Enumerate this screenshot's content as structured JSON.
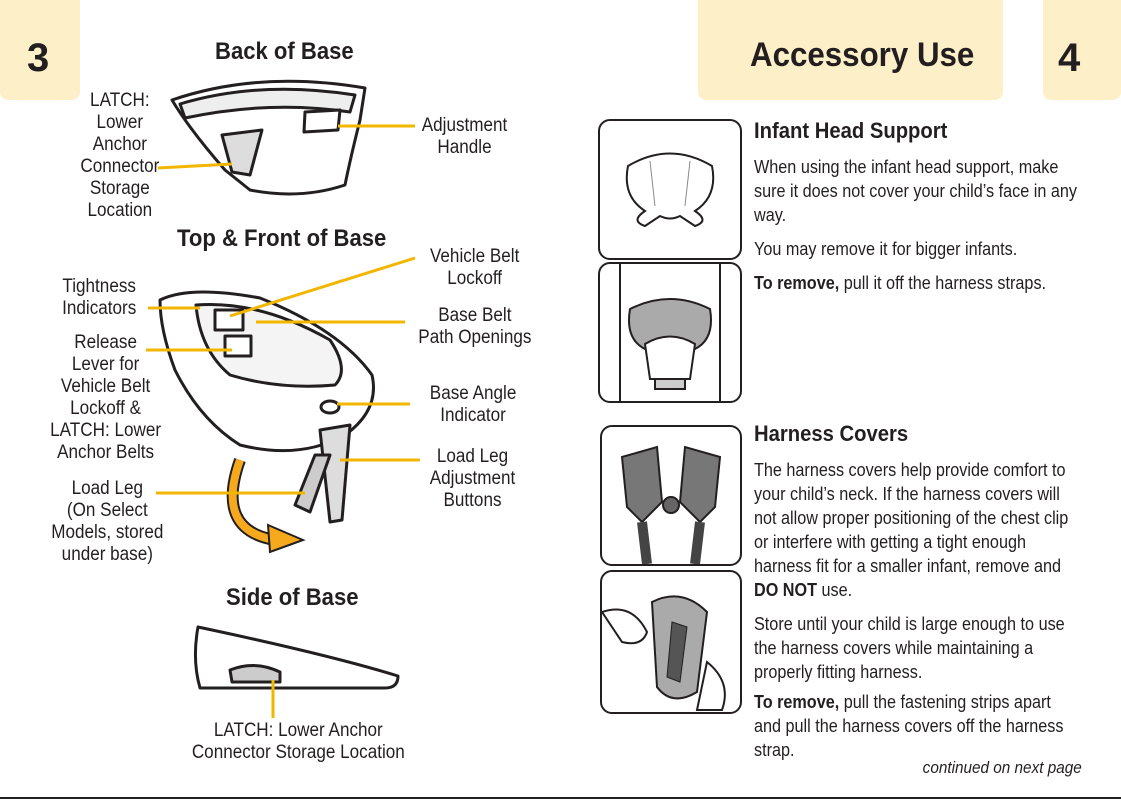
{
  "left_page": {
    "page_number": "3",
    "back_heading": "Back of Base",
    "top_front_heading": "Top & Front of Base",
    "side_heading": "Side of Base",
    "labels": {
      "latch_lower_anchor": "LATCH:\nLower\nAnchor\nConnector\nStorage\nLocation",
      "adjustment_handle": "Adjustment\nHandle",
      "tightness_indicators": "Tightness\nIndicators",
      "release_lever": "Release\nLever for\nVehicle Belt\nLockoff &\nLATCH: Lower\nAnchor Belts",
      "load_leg": "Load Leg\n(On Select\nModels, stored\nunder base)",
      "vehicle_belt_lockoff": "Vehicle Belt\nLockoff",
      "base_belt_path": "Base Belt\nPath Openings",
      "base_angle": "Base Angle\nIndicator",
      "load_leg_buttons": "Load Leg\nAdjustment\nButtons",
      "side_latch": "LATCH: Lower Anchor\nConnector Storage Location"
    }
  },
  "right_page": {
    "page_number": "4",
    "title": "Accessory Use",
    "head_support": {
      "title": "Infant Head Support",
      "p1": "When using the infant head support, make sure it does not cover your child’s face in any way.",
      "p2": "You may remove it for bigger infants.",
      "p3_bold": "To remove,",
      "p3_rest": " pull it off the harness straps."
    },
    "harness_covers": {
      "title": "Harness Covers",
      "p1_a": "The harness covers help provide comfort to your child’s neck. If the harness covers will not allow proper positioning of the chest clip or interfere with getting a tight enough harness fit for a smaller infant, remove and ",
      "p1_bold": "DO NOT",
      "p1_b": " use.",
      "p2": "Store until your child is large enough to use the harness covers while maintaining a properly fitting harness.",
      "p3_bold": "To remove,",
      "p3_rest": " pull the fastening strips apart and pull the harness covers off the harness strap."
    },
    "continued": "continued on next page"
  },
  "colors": {
    "tab": "#fdf0c8",
    "callout": "#f2b600",
    "arrow": "#f7a91e",
    "text": "#231f20"
  }
}
